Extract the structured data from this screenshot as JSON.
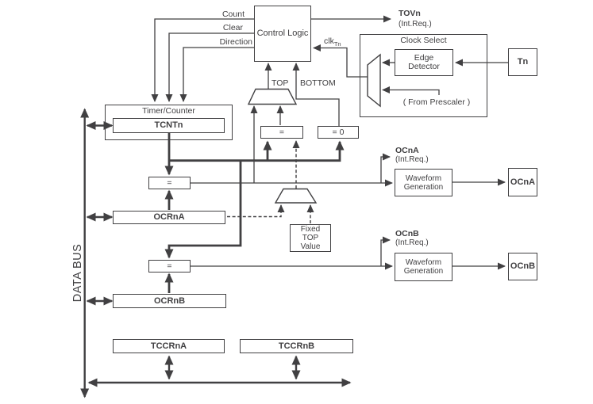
{
  "colors": {
    "ink": "#414042",
    "background": "#ffffff"
  },
  "blocks": {
    "control_logic": "Control Logic",
    "clock_select": "Clock Select",
    "edge_detector": "Edge Detector",
    "timer_counter": "Timer/Counter",
    "tcnt": "TCNTn",
    "equals": "=",
    "equals_zero": "= 0",
    "ocrna": "OCRnA",
    "ocrnb": "OCRnB",
    "fixed_top_value": "Fixed TOP Value",
    "tccrna": "TCCRnA",
    "tccrnb": "TCCRnB",
    "waveform_generation": "Waveform Generation"
  },
  "pins": {
    "tn": "Tn",
    "ocna": "OCnA",
    "ocnb": "OCnB"
  },
  "signals": {
    "count": "Count",
    "clear": "Clear",
    "direction": "Direction",
    "tovn": "TOVn",
    "int_req": "(Int.Req.)",
    "clk_prefix": "clk",
    "clk_subscript": "Tn",
    "top": "TOP",
    "bottom": "BOTTOM",
    "from_prescaler": "( From Prescaler )",
    "ocna_int": "OCnA",
    "ocnb_int": "OCnB",
    "data_bus": "DATA BUS"
  }
}
